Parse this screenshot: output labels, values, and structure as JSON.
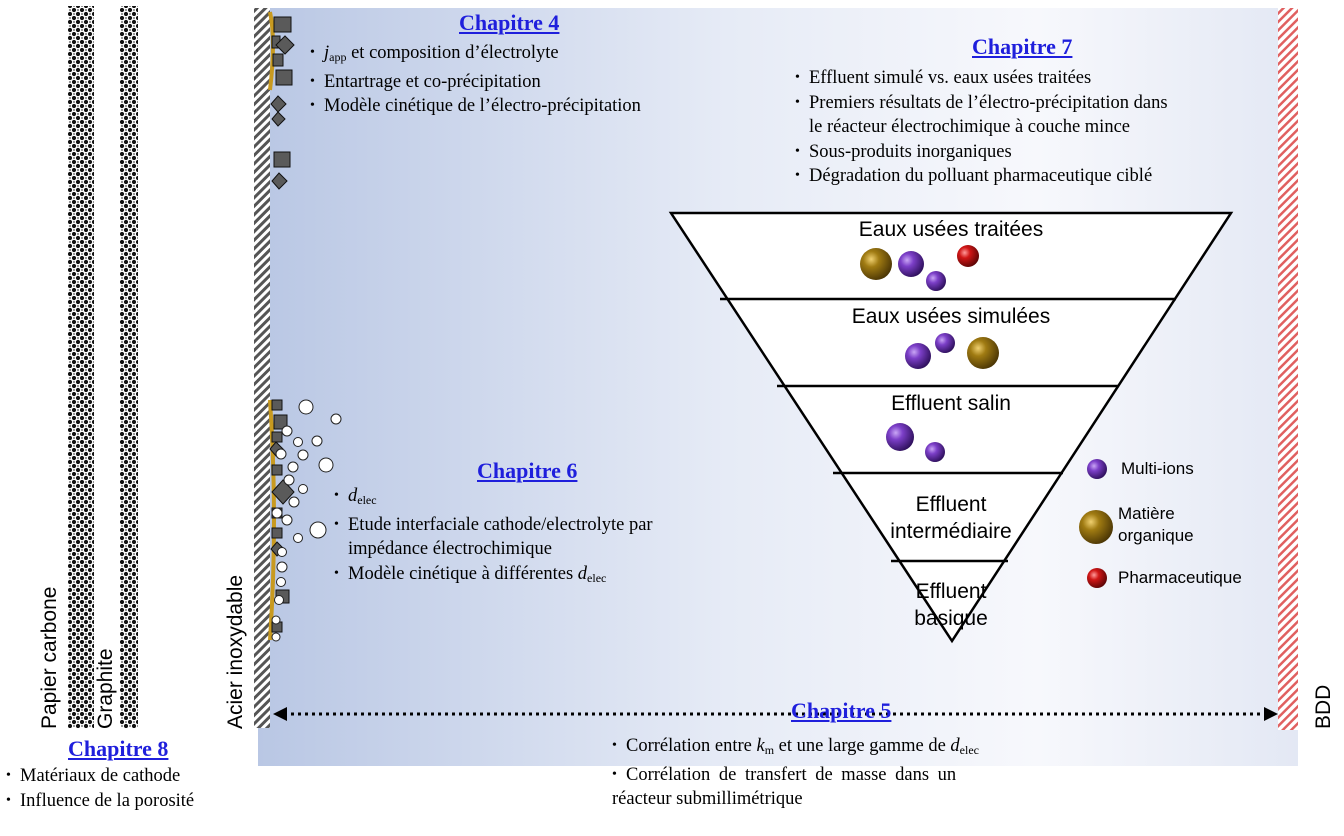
{
  "electrodes": {
    "carbon_paper": "Papier carbone",
    "graphite": "Graphite",
    "stainless_steel": "Acier inoxydable",
    "bdd": "BDD"
  },
  "chapter4": {
    "title": "Chapitre 4",
    "item1_var": "j",
    "item1_sub": "app",
    "item1_rest": " et composition d’électrolyte",
    "item2": "Entartrage et co-précipitation",
    "item3": "Modèle cinétique de l’électro-précipitation"
  },
  "chapter5": {
    "title": "Chapitre 5",
    "item1_pre": "Corrélation entre ",
    "item1_var1": "k",
    "item1_sub1": "m",
    "item1_mid": " et une large gamme de ",
    "item1_var2": "d",
    "item1_sub2": "elec",
    "item2_line1": "Corrélation de transfert de masse dans un",
    "item2_line2": "réacteur submillimétrique"
  },
  "chapter6": {
    "title": "Chapitre 6",
    "item1_var": "d",
    "item1_sub": "elec",
    "item2_line1": "Etude interfaciale cathode/electrolyte par",
    "item2_line2": "impédance électrochimique",
    "item3_pre": "Modèle cinétique à différentes ",
    "item3_var": "d",
    "item3_sub": "elec"
  },
  "chapter7": {
    "title": "Chapitre 7",
    "item1": "Effluent simulé vs. eaux usées traitées",
    "item2_line1": "Premiers résultats de l’électro-précipitation dans",
    "item2_line2": "le réacteur électrochimique à couche mince",
    "item3": "Sous-produits inorganiques",
    "item4": "Dégradation du polluant pharmaceutique ciblé"
  },
  "chapter8": {
    "title": "Chapitre 8",
    "item1": "Matériaux de cathode",
    "item2": "Influence de la porosité"
  },
  "funnel": {
    "level1": "Eaux usées traitées",
    "level2": "Eaux usées simulées",
    "level3": "Effluent salin",
    "level4_line1": "Effluent",
    "level4_line2": "intermédiaire",
    "level5_line1": "Effluent",
    "level5_line2": "basique"
  },
  "legend": {
    "multi_ions": "Multi-ions",
    "organic_line1": "Matière",
    "organic_line2": "organique",
    "pharma": "Pharmaceutique"
  },
  "colors": {
    "title_blue": "#1f1fdc",
    "multi_ions": "#6a2fb0",
    "organic": "#9a7410",
    "pharma": "#c81010",
    "bdd_hatch": "#e06060"
  }
}
